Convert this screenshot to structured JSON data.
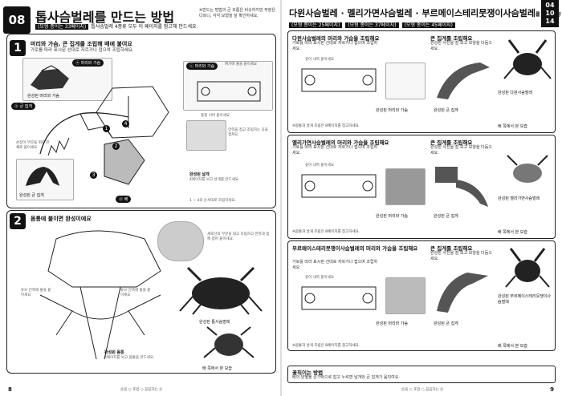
{
  "left": {
    "section_number": "08",
    "title": "톱사슴벌레를 만드는 방법",
    "sub_badge": "(모형 종이는 33페이지)",
    "sub_text": "톱사슴벌레 4종류 모두 이 페이지를 참고해 만드세요.",
    "top_note": "※만드는 방법의 큰 흐름은 비슷하지만 부분은 다르니, 각각 모형을 잘 확인하세요.",
    "step1": {
      "num": "1",
      "title": "머리와 가슴, 큰 집게를 조립해 배에 붙여요",
      "desc": "가로를 따라 표시된 선대로 자르거나 접으며 조립하세요.",
      "tag_head": "ⓐ 머리와 가슴",
      "tag_jaw": "ⓑ 큰 집게",
      "tag_head2": "ⓒ 머리와 가슴",
      "cap_done_head": "완성된 머리와 가슴",
      "cap_done_jaw": "완성된 큰 집게",
      "cap_wings": "완성된 날개",
      "cap_wings_desc": "4페이지를 보고 날개를 만드세요.",
      "cap_order": "1 ~ 4의 순서대로 조립하세요.",
      "cap_legs_tag": "ⓓ 배",
      "hint1": "여기에 풀을 붙이세요",
      "hint2": "풀칠 너머 붙이세요",
      "hint3": "양쪽을 접고 조립하는 곳을 겹쳐요.",
      "hint4": "손잡이 부분을 위로 한 채로 붙이세요"
    },
    "step2": {
      "num": "2",
      "title": "몸통에 붙이면 완성이에요",
      "hint1": "세로선의 부분을 대고 조립하고 한쪽과 함께 접어 붙이세요.",
      "hint2": "튜브 안쪽에 풀을 붙이세요",
      "hint3": "튜브 안쪽에 풀을 붙이세요",
      "cap_done": "완성된 톱사슴벌레",
      "cap_body": "완성된 몸통",
      "cap_body_desc": "4페이지를 보고 몸통을 만드세요.",
      "cap_back": "배 쪽에서 본 모습"
    },
    "page_number": "8",
    "footer": "순을 ○   포함 ○   꼼꼼하는 순"
  },
  "right": {
    "title_main": "다윈사슴벌레 · 멜리가면사슴벌레 · 부르메이스테리뭇쟁이사슴벌레",
    "title_suffix": "를 만드는 방법",
    "subs": [
      "(모형 종이는 25페이지)",
      "(모형 종이는 37페이지)",
      "(모형 종이는 45페이지)"
    ],
    "date_badge": "04\n10\n14",
    "panels": [
      {
        "title": "다윈사슴벌레의 머리와 가슴을 조립해요",
        "desc": "가로를 따라 표시된 선대로 자르거나 접으며 조립하세요.",
        "title2": "큰 집게를 조립해요",
        "desc2": "완성된 사진을 잘 보고 모양을 다듬으세요.",
        "cap1": "완성된 머리와 가슴",
        "cap2": "완성된 큰 집게",
        "cap3": "완성된 다윈사슴벌레",
        "cap4": "배 쪽에서 본 모습",
        "note": "※몸통과 날개 조립은 8페이지를 참고하세요.",
        "hint": "겉이 내쪽 붙이세요"
      },
      {
        "title": "멜리가면사슴벌레의 머리와 가슴을 조립해요",
        "desc": "가로를 따라 표시된 선대로 자르거나 접으며 조립하세요.",
        "title2": "큰 집게를 조립해요",
        "desc2": "완성된 사진을 잘 보고 모양을 다듬으세요.",
        "cap1": "완성된 머리와 가슴",
        "cap2": "완성된 큰 집게",
        "cap3": "완성된 멜리가면사슴벌레",
        "cap4": "배 쪽에서 본 모습",
        "note": "※몸통과 날개 조립은 8페이지를 참고하세요.",
        "hint": "겉이 내쪽 붙이세요"
      },
      {
        "title": "부르메이스테리뭇쟁이사슴벌레의 머리와 가슴을 조립해요",
        "desc": "가로를 따라 표시된 선대로 자르거나 접으며 조립하세요.",
        "title2": "큰 집게를 조립해요",
        "desc2": "완성된 사진을 잘 보고 모양을 다듬으세요.",
        "cap1": "완성된 머리와 가슴",
        "cap2": "완성된 큰 집게",
        "cap3": "완성된 부르메이스테리뭇쟁이사슴벌레",
        "cap4": "배 쪽에서 본 모습",
        "note": "※몸통과 날개 조립은 8페이지를 참고하세요.",
        "hint": "겉이 내쪽 붙이세요"
      }
    ],
    "tip_title": "꽂직이는 방법",
    "tip_text": "배의 양옆을 손가락으로 잡고 누르면 날개와 큰 집게가 움직여요.",
    "page_number": "9",
    "footer": "순을 ○   포함 ○   꼼꼼하는 순"
  },
  "colors": {
    "ink": "#111111",
    "accent_bg": "#111111"
  }
}
